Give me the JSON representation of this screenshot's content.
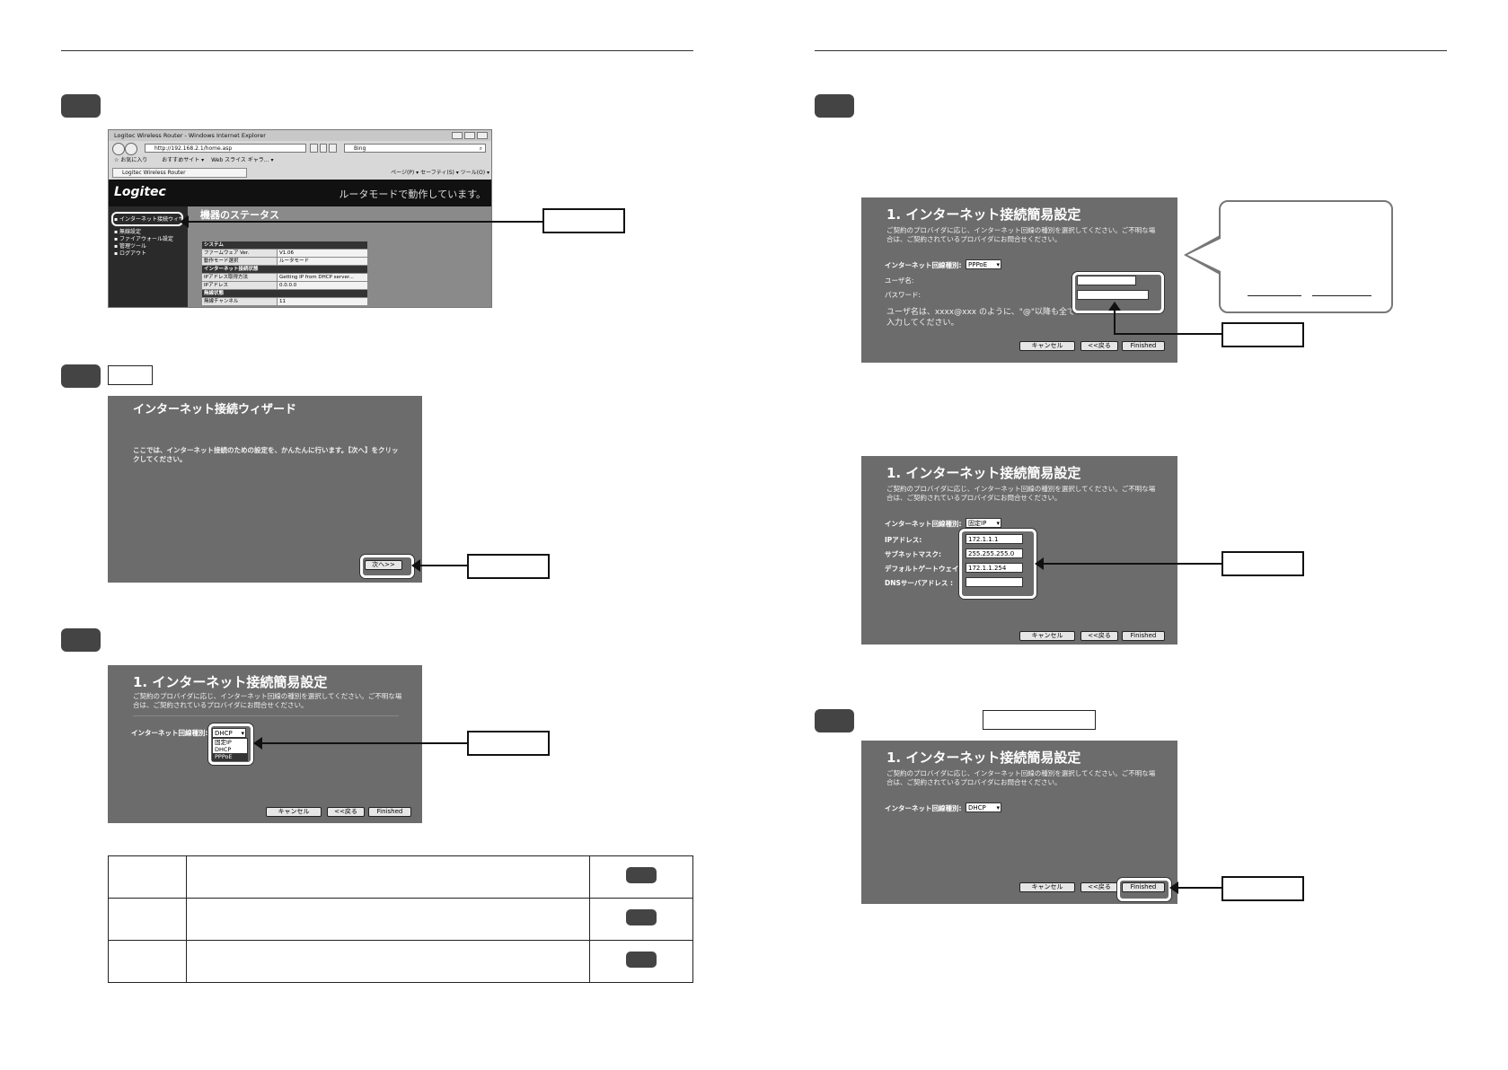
{
  "browser": {
    "window_title": "Logitec Wireless Router - Windows Internet Explorer",
    "url": "http://192.168.2.1/home.asp",
    "search_engine": "Bing",
    "favorites_label": "お気に入り",
    "fav_item_1": "おすすめサイト ▾",
    "fav_item_2": "Web スライス ギャラ... ▾",
    "tab_label": "Logitec Wireless Router",
    "toolbar_right": "ページ(P) ▾  セーフティ(S) ▾  ツール(O) ▾",
    "logo": "Logitec",
    "mode_text": "ルータモードで動作しています。",
    "status_title": "機器のステータス",
    "menu": [
      "インターネット接続ウィザ",
      "無線設定",
      "ファイアウォール設定",
      "管理ツール",
      "ログアウト"
    ],
    "status_rows": [
      {
        "k": "システム",
        "v": "",
        "head": true
      },
      {
        "k": "ファームウェア Ver.",
        "v": "V1.06",
        "head": false
      },
      {
        "k": "動作モード選択",
        "v": "ルータモード",
        "head": false
      },
      {
        "k": "インターネット接続状態",
        "v": "",
        "head": true
      },
      {
        "k": "IPアドレス取得方法",
        "v": "Getting IP from DHCP server...",
        "head": false
      },
      {
        "k": "IPアドレス",
        "v": "0.0.0.0",
        "head": false
      },
      {
        "k": "無線状態",
        "v": "",
        "head": true
      },
      {
        "k": "無線チャンネル",
        "v": "11",
        "head": false
      }
    ]
  },
  "wizard": {
    "title": "インターネット接続ウィザード",
    "desc": "ここでは、インターネット接続のための設定を、かんたんに行います。【次へ】をクリックしてください。",
    "next_button": "次へ>>"
  },
  "setup": {
    "title": "1. インターネット接続簡易設定",
    "desc": "ご契約のプロバイダに応じ、インターネット回線の種別を選択してください。ご不明な場合は、ご契約されているプロバイダにお問合せください。",
    "type_label": "インターネット回線種別:",
    "dhcp_value": "DHCP",
    "dropdown_options": [
      "固定IP",
      "DHCP",
      "PPPoE"
    ],
    "cancel_button": "キャンセル",
    "back_button": "<<戻る",
    "finish_button": "Finished"
  },
  "pppoe": {
    "type_value": "PPPoE",
    "user_label": "ユーザ名:",
    "pass_label": "パスワード:",
    "note": "ユーザ名は、xxxx@xxx のように、\"@\"以降も全て入力してください。"
  },
  "static": {
    "type_value": "固定IP",
    "ip_label": "IPアドレス:",
    "ip_value": "172.1.1.1",
    "mask_label": "サブネットマスク:",
    "mask_value": "255.255.255.0",
    "gw_label": "デフォルトゲートウェイ:",
    "gw_value": "172.1.1.254",
    "dns_label": "DNSサーバアドレス :"
  },
  "dhcp_shot": {
    "type_value": "DHCP"
  }
}
